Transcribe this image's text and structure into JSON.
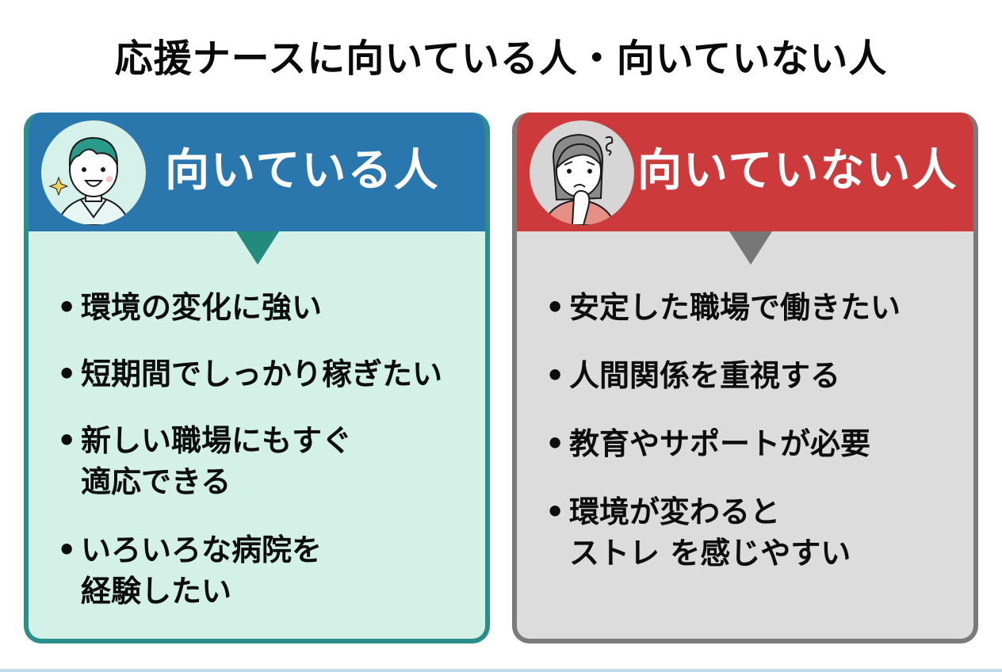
{
  "title": "応援ナースに向いている人・向いていない人",
  "panels": {
    "good": {
      "header": "向いている人",
      "avatar_icon": "smiling-nurse-avatar-icon",
      "header_color": "#2a77ad",
      "body_color": "#d4f1e7",
      "border_color": "#2a8f89",
      "items": [
        {
          "lines": [
            "環境の変化に強い"
          ]
        },
        {
          "lines": [
            "短期間でしっかり稼ぎたい"
          ]
        },
        {
          "lines": [
            "新しい職場にもすぐ",
            "適応できる"
          ]
        },
        {
          "lines": [
            "いろいろな病院を",
            "経験したい"
          ]
        }
      ]
    },
    "bad": {
      "header": "向いていない人",
      "avatar_icon": "worried-woman-avatar-icon",
      "header_color": "#cc3a3c",
      "body_color": "#dcdcdc",
      "border_color": "#7a7a7a",
      "items": [
        {
          "lines": [
            "安定した職場で働きたい"
          ]
        },
        {
          "lines": [
            "人間関係を重視する"
          ]
        },
        {
          "lines": [
            "教育やサポートが必要"
          ]
        },
        {
          "lines": [
            "環境が変わると",
            "ストレ を感じやすい"
          ]
        }
      ]
    }
  },
  "bullet": "•"
}
